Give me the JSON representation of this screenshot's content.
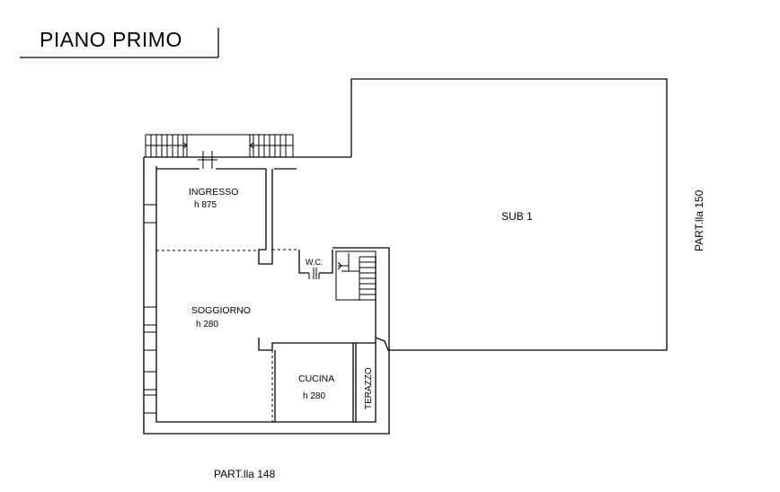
{
  "title": "PIANO PRIMO",
  "parcels": {
    "bottom": "PART.lla  148",
    "right": "PART.lla  150"
  },
  "areas": {
    "sub": "SUB 1"
  },
  "rooms": {
    "ingresso": {
      "name": "INGRESSO",
      "height": "h 875"
    },
    "soggiorno": {
      "name": "SOGGIORNO",
      "height": "h 280"
    },
    "cucina": {
      "name": "CUCINA",
      "height": "h 280"
    },
    "wc": {
      "name": "W.C."
    },
    "terazzo": {
      "name": "TERAZZO"
    }
  }
}
